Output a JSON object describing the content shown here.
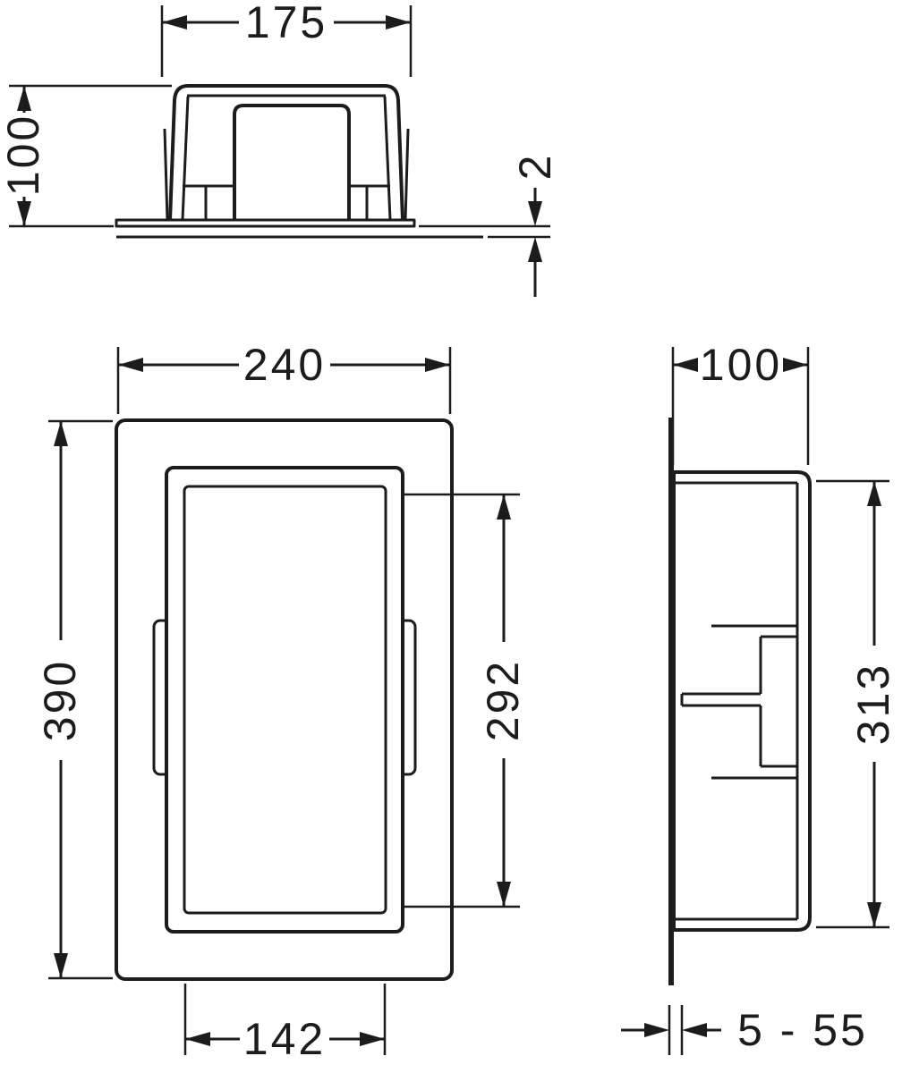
{
  "colors": {
    "line": "#1c1c1c",
    "background": "#ffffff"
  },
  "views": {
    "top": {
      "dims": {
        "width": "175",
        "height": "100",
        "plate_thickness": "2"
      }
    },
    "front": {
      "dims": {
        "width": "240",
        "height": "390",
        "opening_height": "292",
        "opening_width": "142"
      }
    },
    "side": {
      "dims": {
        "depth": "100",
        "height": "313",
        "depth_adjust_range": "5 - 55"
      }
    }
  }
}
